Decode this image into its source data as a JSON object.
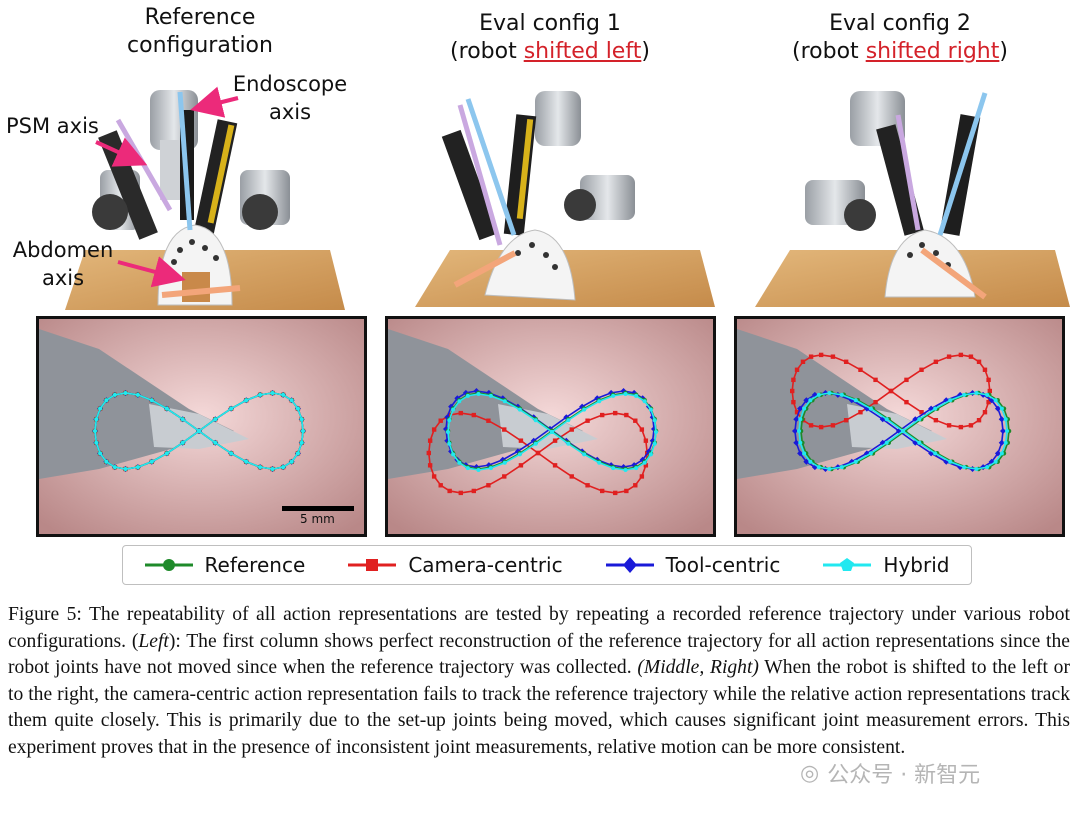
{
  "columns": [
    {
      "title_line1": "Reference",
      "title_line2": "configuration"
    },
    {
      "title_line1": "Eval config 1",
      "title_pre": "(robot ",
      "title_highlight": "shifted left",
      "title_post": ")"
    },
    {
      "title_line1": "Eval config 2",
      "title_pre": "(robot ",
      "title_highlight": "shifted right",
      "title_post": ")"
    }
  ],
  "annotations": {
    "psm_axis": "PSM axis",
    "endoscope_axis_line1": "Endoscope",
    "endoscope_axis_line2": "axis",
    "abdomen_axis_line1": "Abdomen",
    "abdomen_axis_line2": "axis"
  },
  "scale_bar": "5 mm",
  "legend": [
    {
      "label": "Reference",
      "color": "#1e8a2a",
      "marker": "circle"
    },
    {
      "label": "Camera-centric",
      "color": "#e02020",
      "marker": "square"
    },
    {
      "label": "Tool-centric",
      "color": "#1a1ad8",
      "marker": "diamond"
    },
    {
      "label": "Hybrid",
      "color": "#22e8f0",
      "marker": "pentagon"
    }
  ],
  "caption": {
    "fig_label": "Figure 5:",
    "s1": " The repeatability of all action representations are tested by repeating a recorded reference trajectory under various robot configurations. (",
    "left_word": "Left",
    "s2": "): The first column shows perfect reconstruction of the reference trajectory for all action representations since the robot joints have not moved since when the reference trajectory was collected. ",
    "middle_right": "(Middle, Right)",
    "s3": " When the robot is shifted to the left or to the right, the camera-centric action representation fails to track the reference trajectory while the relative action representations track them quite closely. This is primarily due to the set-up joints being moved, which causes significant joint measurement errors. This experiment proves that in the presence of inconsistent joint measurements, relative motion can be more consistent."
  },
  "watermark": "公众号 · 新智元",
  "colors": {
    "accent_red": "#d4222a",
    "arrow": "#ec2a7a",
    "psm_line": "#c9a8e0",
    "endo_line": "#8cc6ee",
    "abdomen_line": "#f3a57a"
  }
}
